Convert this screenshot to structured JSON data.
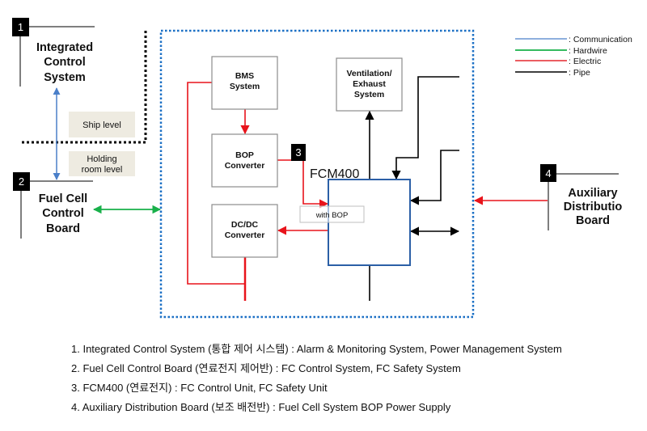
{
  "colors": {
    "communication": "#4a7fc9",
    "hardwire": "#18b04a",
    "electric": "#e8131b",
    "pipe": "#000000",
    "fcm_border": "#2b5fa6",
    "boundary_dotted": "#1a6fc4",
    "level_label_bg": "#eeebe1"
  },
  "legend": [
    {
      "type": "communication",
      "label": ": Communication"
    },
    {
      "type": "hardwire",
      "label": ": Hardwire"
    },
    {
      "type": "electric",
      "label": ": Electric"
    },
    {
      "type": "pipe",
      "label": ": Pipe"
    }
  ],
  "nodes": {
    "integrated_control": {
      "badge": "1",
      "lines": [
        "Integrated",
        "Control",
        "System"
      ]
    },
    "fuel_cell_control": {
      "badge": "2",
      "lines": [
        "Fuel Cell",
        "Control",
        "Board"
      ]
    },
    "fcm400": {
      "badge": "3",
      "label": "FCM400",
      "sub_label": "with BOP"
    },
    "auxiliary": {
      "badge": "4",
      "lines": [
        "Auxiliary",
        "Distributio",
        "Board"
      ]
    },
    "bms": {
      "lines": [
        "BMS",
        "System"
      ]
    },
    "bop_converter": {
      "lines": [
        "BOP",
        "Converter"
      ]
    },
    "dcdc_converter": {
      "lines": [
        "DC/DC",
        "Converter"
      ]
    },
    "ventilation": {
      "lines": [
        "Ventilation/",
        "Exhaust",
        "System"
      ]
    }
  },
  "levels": {
    "ship": "Ship level",
    "holding_room": [
      "Holding",
      "room level"
    ]
  },
  "notes": [
    "1. Integrated Control System (통합 제어 시스템) : Alarm & Monitoring System, Power Management System",
    "2. Fuel Cell Control Board (연료전지 제어반) : FC Control System, FC Safety System",
    "3. FCM400 (연료전지) : FC Control Unit, FC Safety Unit",
    "4. Auxiliary Distribution Board (보조 배전반) : Fuel Cell System BOP Power Supply"
  ]
}
